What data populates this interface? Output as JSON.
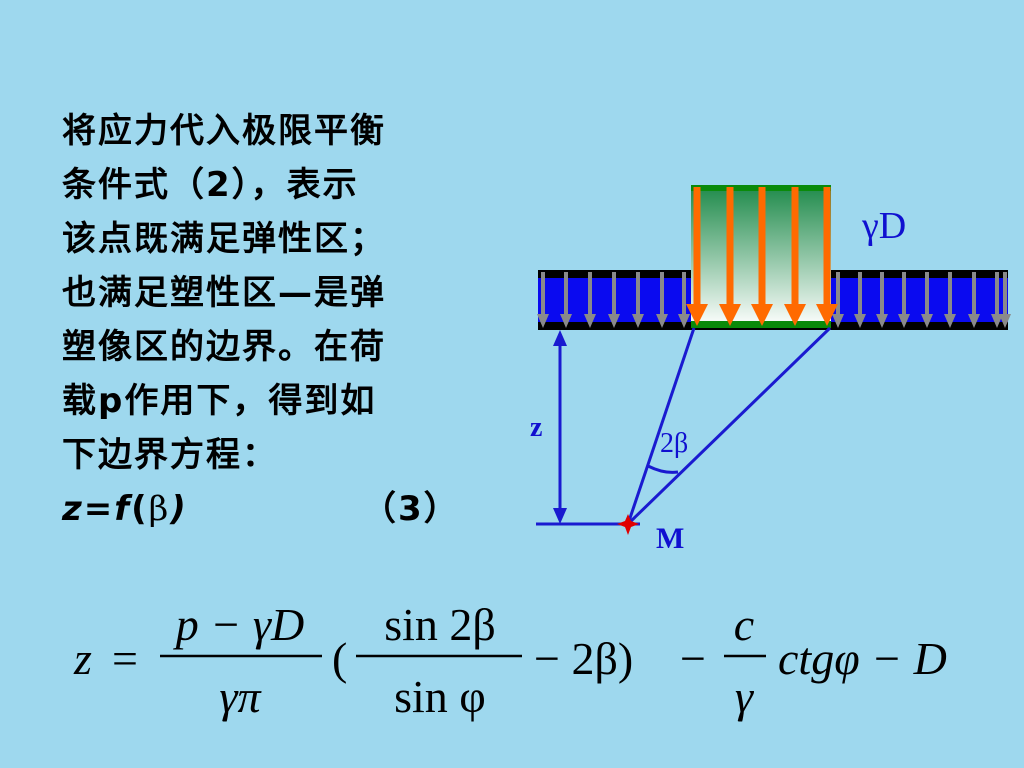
{
  "text_block": {
    "lines": [
      "将应力代入极限平衡",
      "条件式（2），表示",
      "该点既满足弹性区；",
      "也满足塑性区—是弹",
      "塑像区的边界。在荷",
      "载p作用下，得到如",
      "下边界方程："
    ],
    "eq_lhs": "z=f",
    "eq_open": "(",
    "eq_beta": "β",
    "eq_close": ")",
    "eq_number": "（3）"
  },
  "diagram": {
    "load_label": "γD",
    "depth_label": "z",
    "angle_label": "2β",
    "point_label": "M",
    "colors": {
      "ground_fill": "#0A0AF0",
      "ground_edge": "#000000",
      "side_arrow": "#8A8A8A",
      "load_arrow": "#FF6A00",
      "load_border": "#0A8A0A",
      "lines": "#1A1AD0",
      "point": "#E00000"
    }
  },
  "formula": {
    "lhs": "z",
    "eq": "=",
    "frac1_num": "p − γD",
    "frac1_den": "γπ",
    "paren_open": "(",
    "frac2_num": "sin 2β",
    "frac2_den": "sin φ",
    "minus_2beta": "− 2β)",
    "minus": "−",
    "frac3_num": "c",
    "frac3_den": "γ",
    "tail": "ctgφ − D"
  }
}
